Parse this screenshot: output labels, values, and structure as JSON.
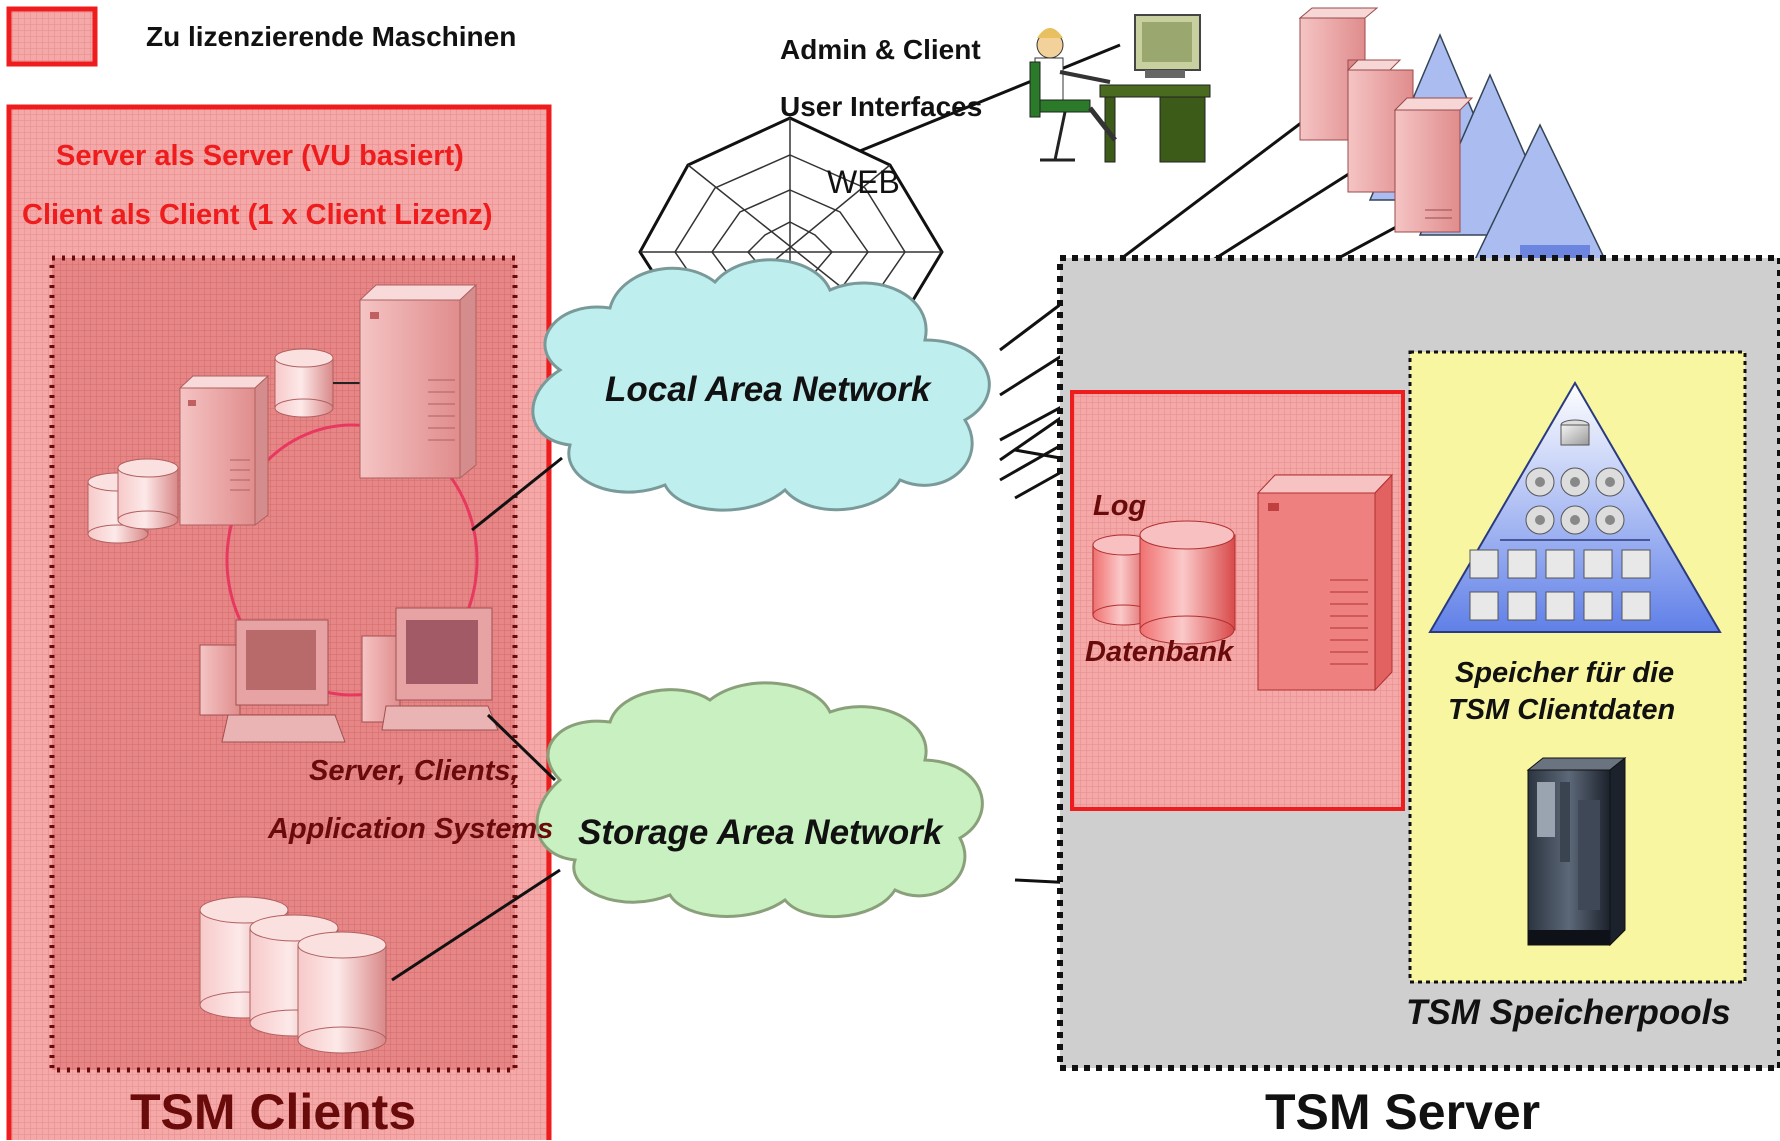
{
  "legend": {
    "label": "Zu lizenzierende Maschinen"
  },
  "clients": {
    "rule_line1": "Server als Server (VU basiert)",
    "rule_line2": "Client als Client (1 x Client Lizenz)",
    "caption_line1": "Server, Clients,",
    "caption_line2": "Application Systems",
    "title": "TSM Clients"
  },
  "interfaces": {
    "line1": "Admin & Client",
    "line2": "User Interfaces",
    "web": "WEB"
  },
  "networks": {
    "lan": "Local Area Network",
    "san": "Storage Area Network"
  },
  "server": {
    "log": "Log",
    "database": "Datenbank",
    "storage_line1": "Speicher für die",
    "storage_line2": "TSM Clientdaten",
    "pools": "TSM Speicherpools",
    "title": "TSM Server"
  },
  "colors": {
    "license_red": "#ee1c1c",
    "license_fill": "#f2a0a0",
    "lan_cloud": "#bfeeee",
    "san_cloud": "#c8f0c0",
    "server_box": "#cfcfcf",
    "pool_box": "#f8f6a0",
    "pyramid_blue": "#5f7fe0"
  }
}
